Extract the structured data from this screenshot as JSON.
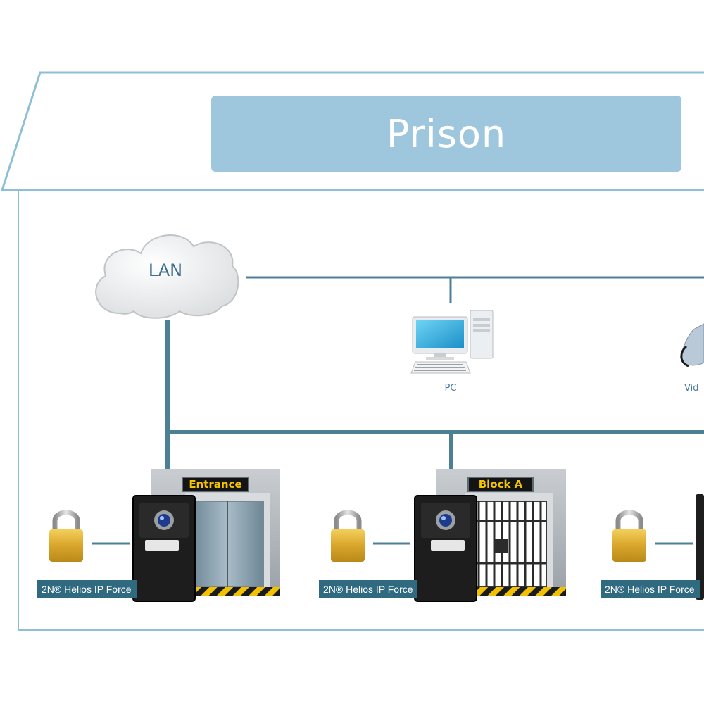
{
  "title": "Prison",
  "network": {
    "label": "LAN"
  },
  "computer": {
    "label": "PC"
  },
  "partial_device": {
    "label": "Vid"
  },
  "doors": [
    {
      "sign": "Entrance",
      "device_label": "2N® Helios IP Force",
      "door_type": "elevator-door"
    },
    {
      "sign": "Block A",
      "device_label": "2N® Helios IP Force",
      "door_type": "cell-bars"
    },
    {
      "sign": "",
      "device_label": "2N® Helios IP Force",
      "door_type": "unknown"
    }
  ],
  "colors": {
    "title_bg": "#9ec6dc",
    "house_outline": "#8fbfd6",
    "wire": "#4d7f95",
    "label_bg": "#2f6a80",
    "sign_text": "#f5c400",
    "lock_gold": "#d9a62c"
  },
  "icons": [
    "cloud-icon",
    "desktop-pc-icon",
    "phone-icon",
    "padlock-icon",
    "intercom-icon"
  ]
}
